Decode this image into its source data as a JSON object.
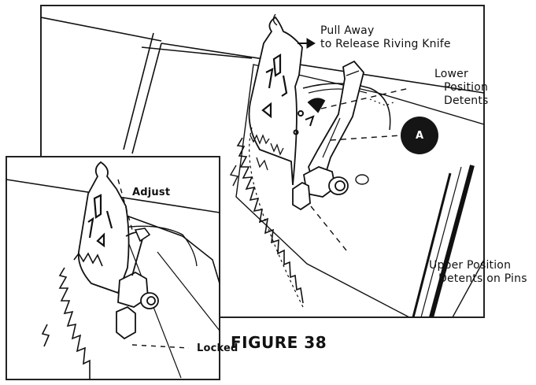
{
  "labels": {
    "pull_away_line1": "Pull Away",
    "pull_away_line2": "to Release Riving Knife",
    "lower_line1": "Lower",
    "lower_line2": "Position",
    "lower_line3": "Detents",
    "marker": "A",
    "upper_line1": "Upper Position",
    "upper_line2": "Detents on Pins",
    "adjust": "Adjust",
    "locked": "Locked",
    "caption": "FIGURE 38"
  }
}
